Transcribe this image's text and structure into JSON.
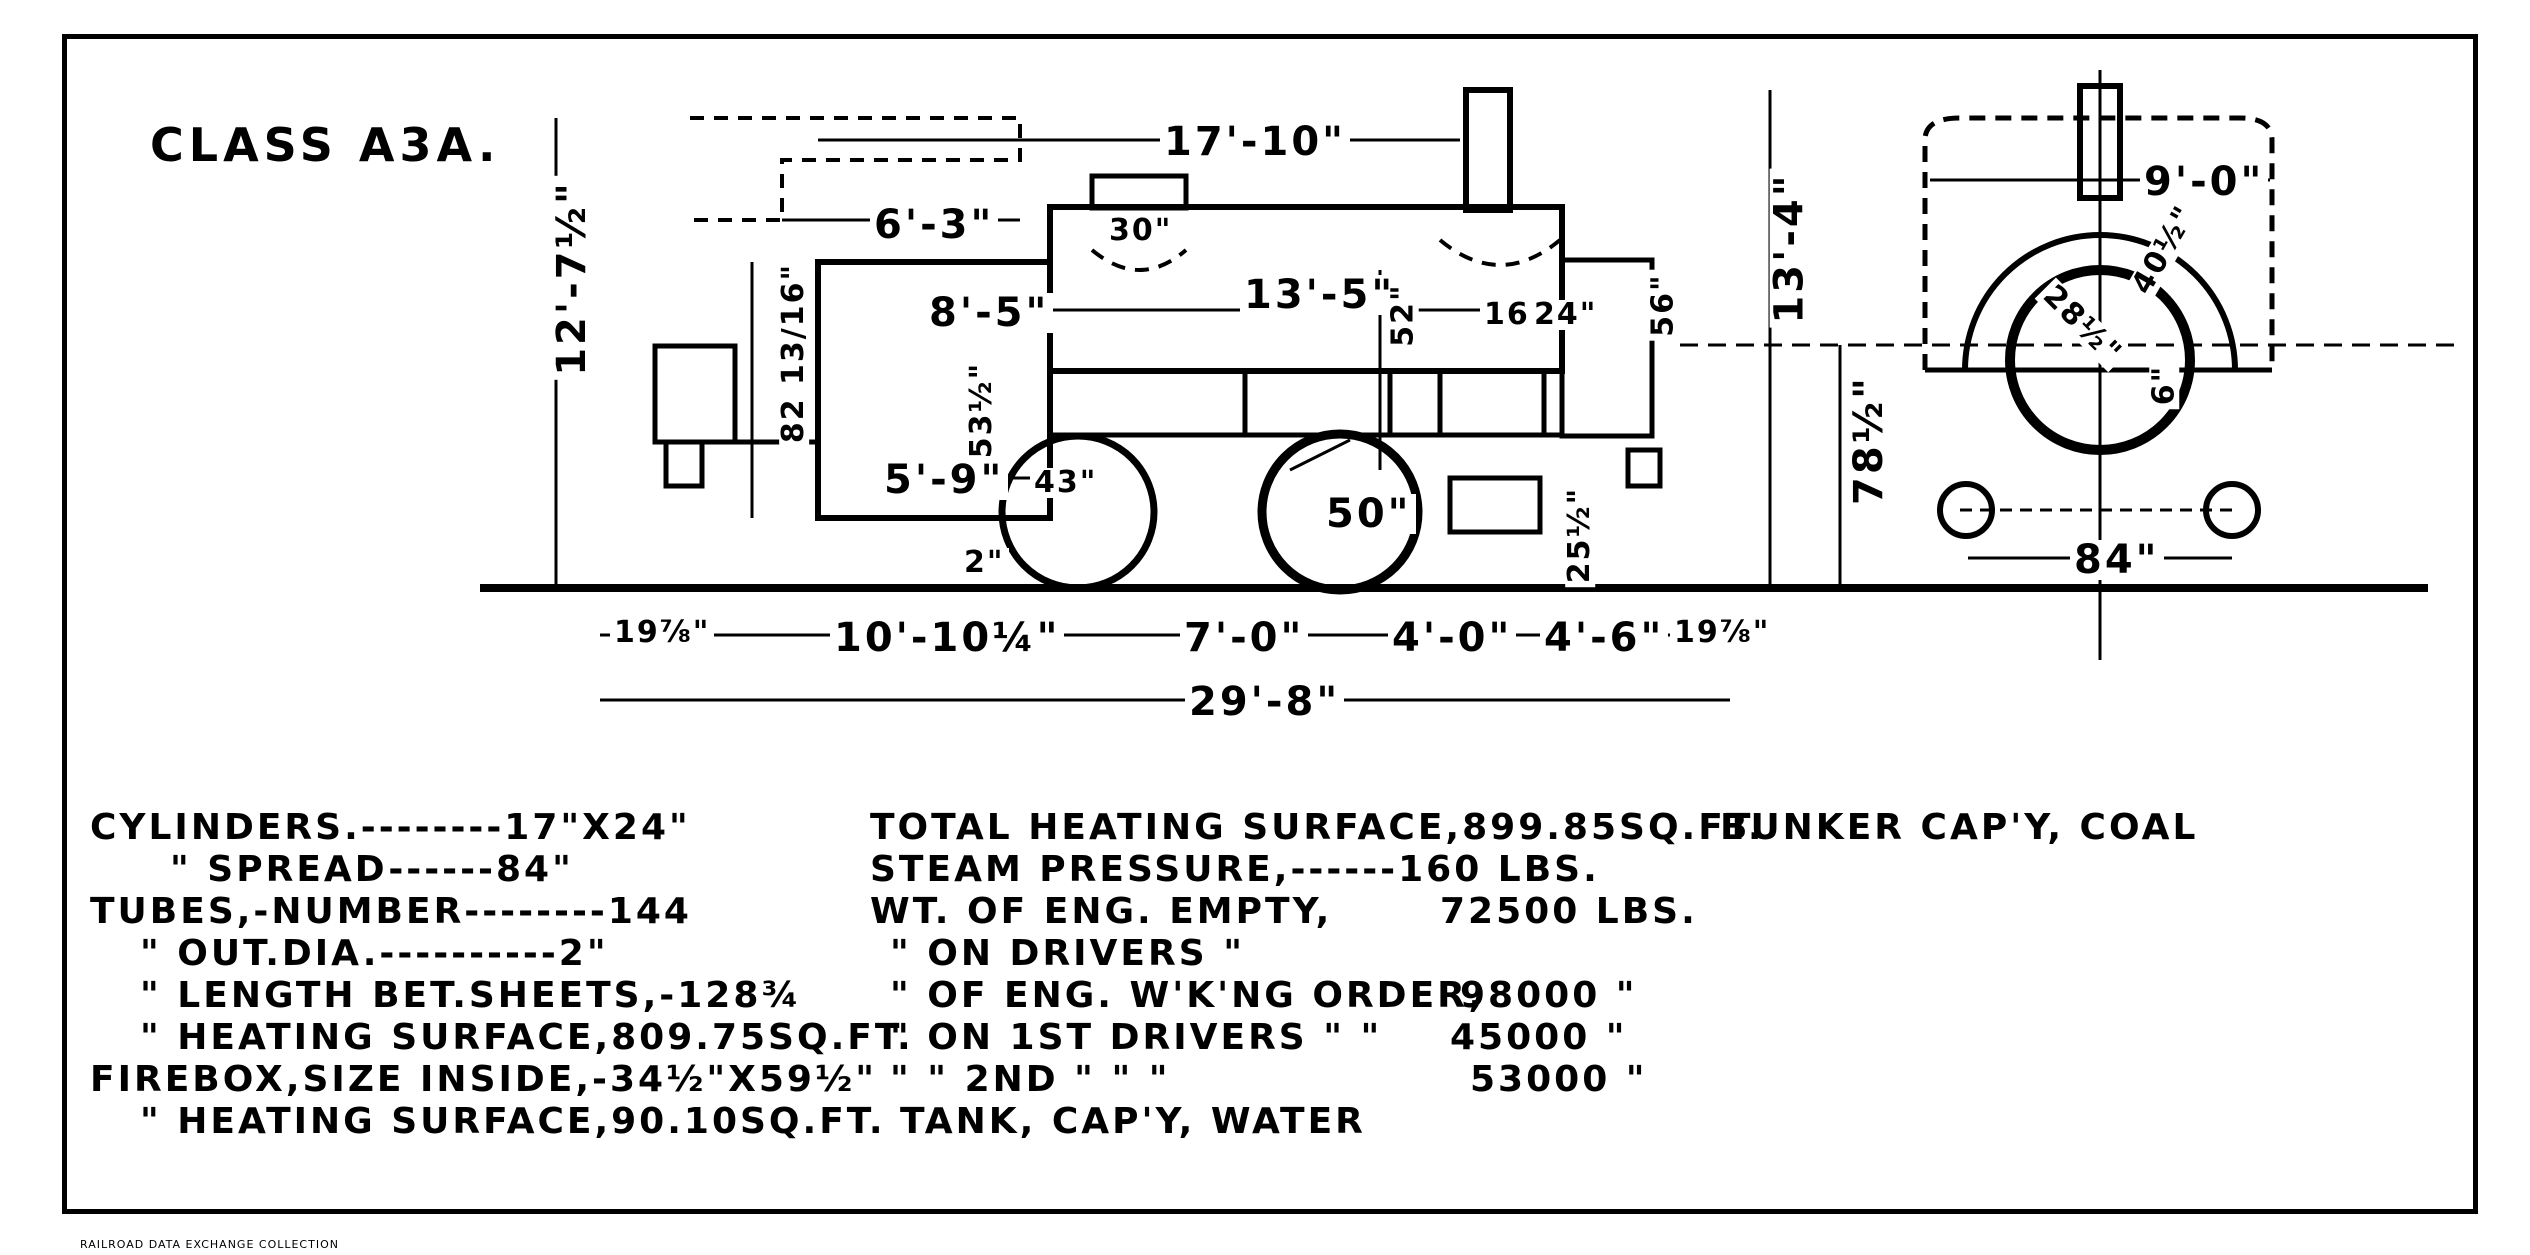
{
  "title": "CLASS A3A.",
  "dimensions": {
    "overall_height": "12'-7½\"",
    "stack_height": "13'-4\"",
    "tank_length": "17'-10\"",
    "bunker_length": "6'-3\"",
    "dome_width": "30\"",
    "cab_length": "8'-5\"",
    "boiler_length": "13'-5\"",
    "boiler_center": "52\"",
    "stack_dia": "16\"",
    "smokebox": "24\"",
    "tank_height": "56\"",
    "bunker_height": "82 13/16\"",
    "footplate_height": "53½\"",
    "buffer_to_wheel": "5'-9\"",
    "small_wheel": "43\"",
    "driver_dia": "50\"",
    "cylinder_center": "25½\"",
    "axle_height": "2\"",
    "rear_overhang": "19⅞\"",
    "rear_wheelbase": "10'-10¼\"",
    "driver_wheelbase": "7'-0\"",
    "front_wheelbase": "4'-0\"",
    "front_to_buffer": "4'-6\"",
    "front_overhang": "19⅞\"",
    "total_length": "29'-8\"",
    "width_over_cab": "9'-0\"",
    "boiler_radius": "40½\"",
    "inner_radius": "28½\"",
    "offset": "6\"",
    "height_center": "78½\"",
    "gauge": "84\""
  },
  "specs": {
    "col1": [
      "CYLINDERS.--------17\"X24\"",
      "\"      SPREAD------84\"",
      "TUBES,-NUMBER--------144",
      "\"    OUT.DIA.----------2\"",
      "\"    LENGTH BET.SHEETS,-128¾",
      "\"  HEATING SURFACE,809.75SQ.FT.",
      "FIREBOX,SIZE INSIDE,-34½\"X59½\"",
      "\"  HEATING SURFACE,90.10SQ.FT."
    ],
    "col2": [
      "TOTAL HEATING SURFACE,899.85SQ.FT.",
      "STEAM PRESSURE,------160 LBS.",
      "WT. OF ENG. EMPTY,",
      "\"  ON DRIVERS  \"",
      "\"  OF ENG. W'K'NG ORDER,",
      "\" ON 1ST DRIVERS \"    \"",
      "\"  \"  2ND    \"     \"     \""
    ],
    "col2_values": [
      "72500 LBS.",
      "98000 \"",
      "45000 \"",
      "53000 \""
    ],
    "col3": [
      "BUNKER CAP'Y, COAL"
    ],
    "col2_tail": "TANK, CAP'Y, WATER"
  },
  "credit": "RAILROAD DATA EXCHANGE COLLECTION"
}
